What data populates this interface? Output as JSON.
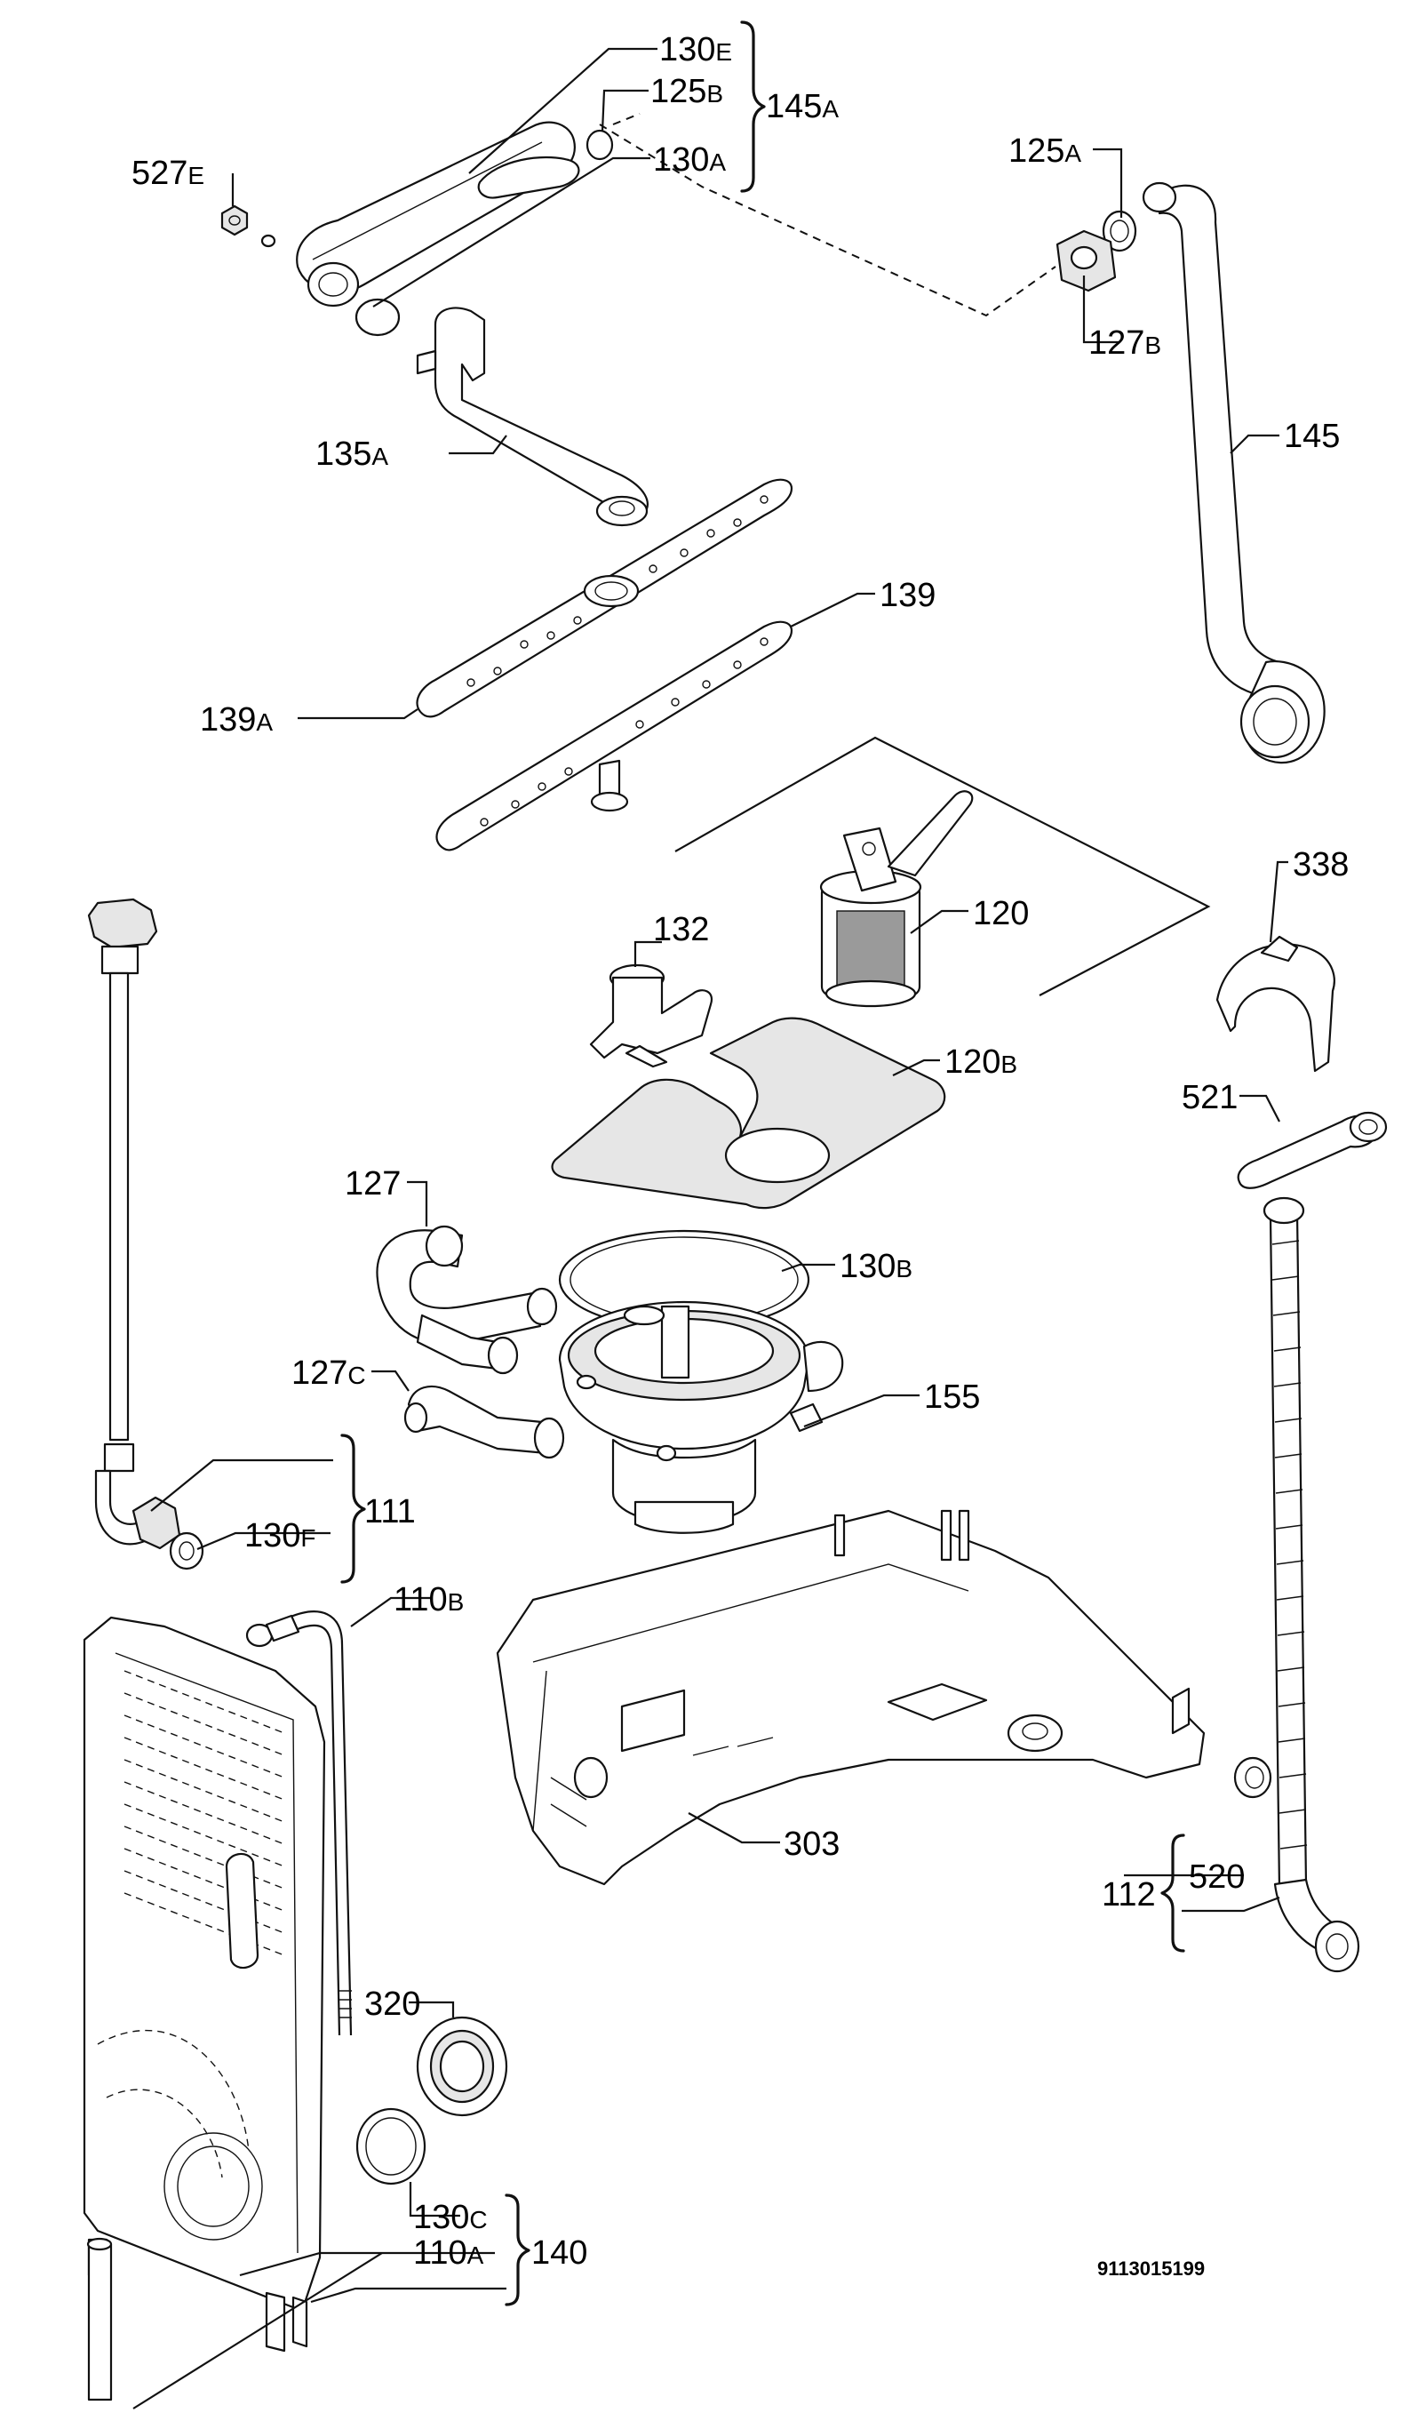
{
  "labels": {
    "l130e": {
      "num": "130",
      "suf": "E"
    },
    "l125b": {
      "num": "125",
      "suf": "B"
    },
    "l145a": {
      "num": "145",
      "suf": "A"
    },
    "l130a": {
      "num": "130",
      "suf": "A"
    },
    "l527e": {
      "num": "527",
      "suf": "E"
    },
    "l125a": {
      "num": "125",
      "suf": "A"
    },
    "l127b": {
      "num": "127",
      "suf": "B"
    },
    "l145": {
      "num": "145",
      "suf": ""
    },
    "l135a": {
      "num": "135",
      "suf": "A"
    },
    "l139": {
      "num": "139",
      "suf": ""
    },
    "l139a": {
      "num": "139",
      "suf": "A"
    },
    "l120": {
      "num": "120",
      "suf": ""
    },
    "l132": {
      "num": "132",
      "suf": ""
    },
    "l338": {
      "num": "338",
      "suf": ""
    },
    "l120b": {
      "num": "120",
      "suf": "B"
    },
    "l521": {
      "num": "521",
      "suf": ""
    },
    "l127": {
      "num": "127",
      "suf": ""
    },
    "l130b": {
      "num": "130",
      "suf": "B"
    },
    "l127c": {
      "num": "127",
      "suf": "C"
    },
    "l155": {
      "num": "155",
      "suf": ""
    },
    "l111": {
      "num": "111",
      "suf": ""
    },
    "l130f": {
      "num": "130",
      "suf": "F"
    },
    "l110b": {
      "num": "110",
      "suf": "B"
    },
    "l303": {
      "num": "303",
      "suf": ""
    },
    "l520": {
      "num": "520",
      "suf": ""
    },
    "l112": {
      "num": "112",
      "suf": ""
    },
    "l320": {
      "num": "320",
      "suf": ""
    },
    "l130c": {
      "num": "130",
      "suf": "C"
    },
    "l140": {
      "num": "140",
      "suf": ""
    },
    "l110a": {
      "num": "110",
      "suf": "A"
    }
  },
  "drawing_code": "9113015199",
  "colors": {
    "line": "#111111",
    "background": "#ffffff",
    "filter_mesh": "#9a9a9a"
  }
}
